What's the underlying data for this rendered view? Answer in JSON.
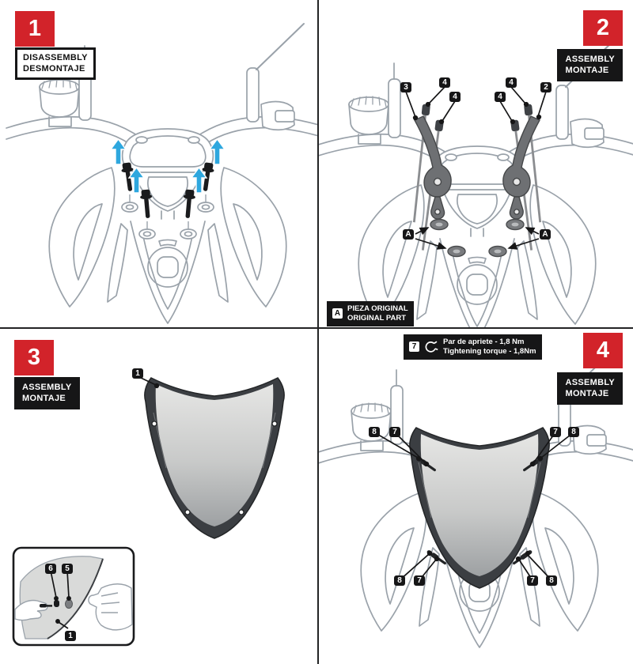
{
  "colors": {
    "accent_red": "#d2232a",
    "badge_black": "#161617",
    "arrow_blue": "#2ea7de",
    "line_gray": "#9aa2aa",
    "part_dark_gray": "#6e7073"
  },
  "steps": {
    "step1": {
      "number": "1",
      "label_line1": "DISASSEMBLY",
      "label_line2": "DESMONTAJE"
    },
    "step2": {
      "number": "2",
      "label_line1": "ASSEMBLY",
      "label_line2": "MONTAJE",
      "callouts": {
        "bracket_left": "3",
        "screw": "4",
        "bracket_right": "2"
      },
      "grommet_marker": "A",
      "original_part_note": {
        "badge": "A",
        "line1": "PIEZA ORIGINAL",
        "line2": "ORIGINAL PART"
      }
    },
    "step3": {
      "number": "3",
      "label_line1": "ASSEMBLY",
      "label_line2": "MONTAJE",
      "callouts": {
        "windscreen": "1"
      },
      "inset_callouts": {
        "screw": "6",
        "well_nut": "5",
        "windscreen": "1"
      }
    },
    "step4": {
      "number": "4",
      "label_line1": "ASSEMBLY",
      "label_line2": "MONTAJE",
      "torque_note": {
        "badge": "7",
        "line1": "Par de apriete - 1,8 Nm",
        "line2": "Tightening torque - 1,8Nm"
      },
      "callouts": {
        "screw": "7",
        "washer": "8"
      }
    }
  }
}
